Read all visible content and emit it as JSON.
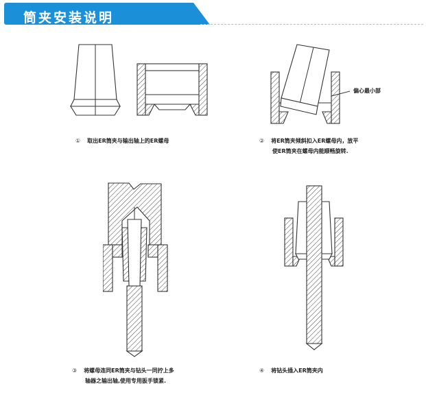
{
  "header": {
    "title": "筒夹安装说明"
  },
  "steps": [
    {
      "num": "①",
      "lines": [
        "取出ER筒夹与输出轴上的ER螺母"
      ]
    },
    {
      "num": "②",
      "lines": [
        "将ER筒夹倾斜扣入ER螺母内，放平",
        "使ER筒夹在螺母内能顺畅旋转."
      ],
      "annotation": "偏心最小部"
    },
    {
      "num": "③",
      "lines": [
        "将螺母连同ER筒夹与钻头一同拧上多",
        "轴器之输出轴,使用专用扳手锁紧."
      ]
    },
    {
      "num": "④",
      "lines": [
        "将钻头插入ER筒夹内"
      ]
    }
  ]
}
